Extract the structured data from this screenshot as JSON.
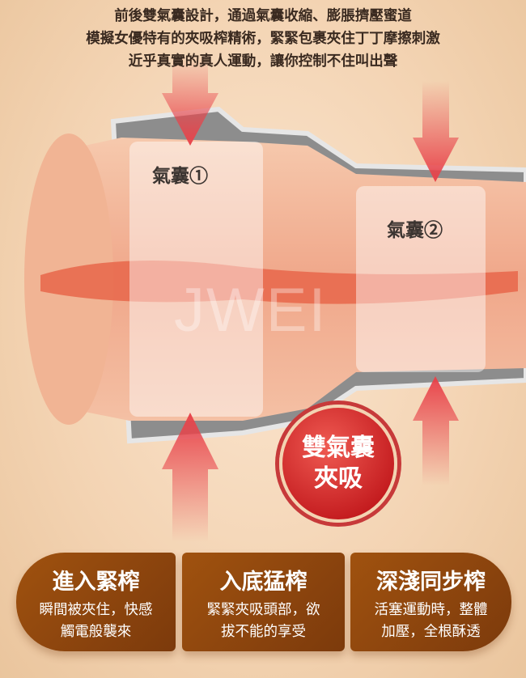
{
  "intro": [
    "前後雙氣囊設計，通過氣囊收縮、膨脹擠壓蜜道",
    "模擬女優特有的夾吸榨精術，緊緊包裹夾住丁丁摩擦刺激",
    "近乎真實的真人運動，讓你控制不住叫出聲"
  ],
  "labels": {
    "airbag1": "氣囊①",
    "airbag2": "氣囊②"
  },
  "badge": {
    "line1": "雙氣囊",
    "line2": "夾吸"
  },
  "watermark": "JWEI",
  "cards": [
    {
      "title": "進入緊榨",
      "line1": "瞬間被夾住，快感",
      "line2": "觸電般襲來"
    },
    {
      "title": "入底猛榨",
      "line1": "緊緊夾吸頭部，欲",
      "line2": "拔不能的享受"
    },
    {
      "title": "深淺同步榨",
      "line1": "活塞運動時，整體",
      "line2": "加壓，全根酥透"
    }
  ]
}
